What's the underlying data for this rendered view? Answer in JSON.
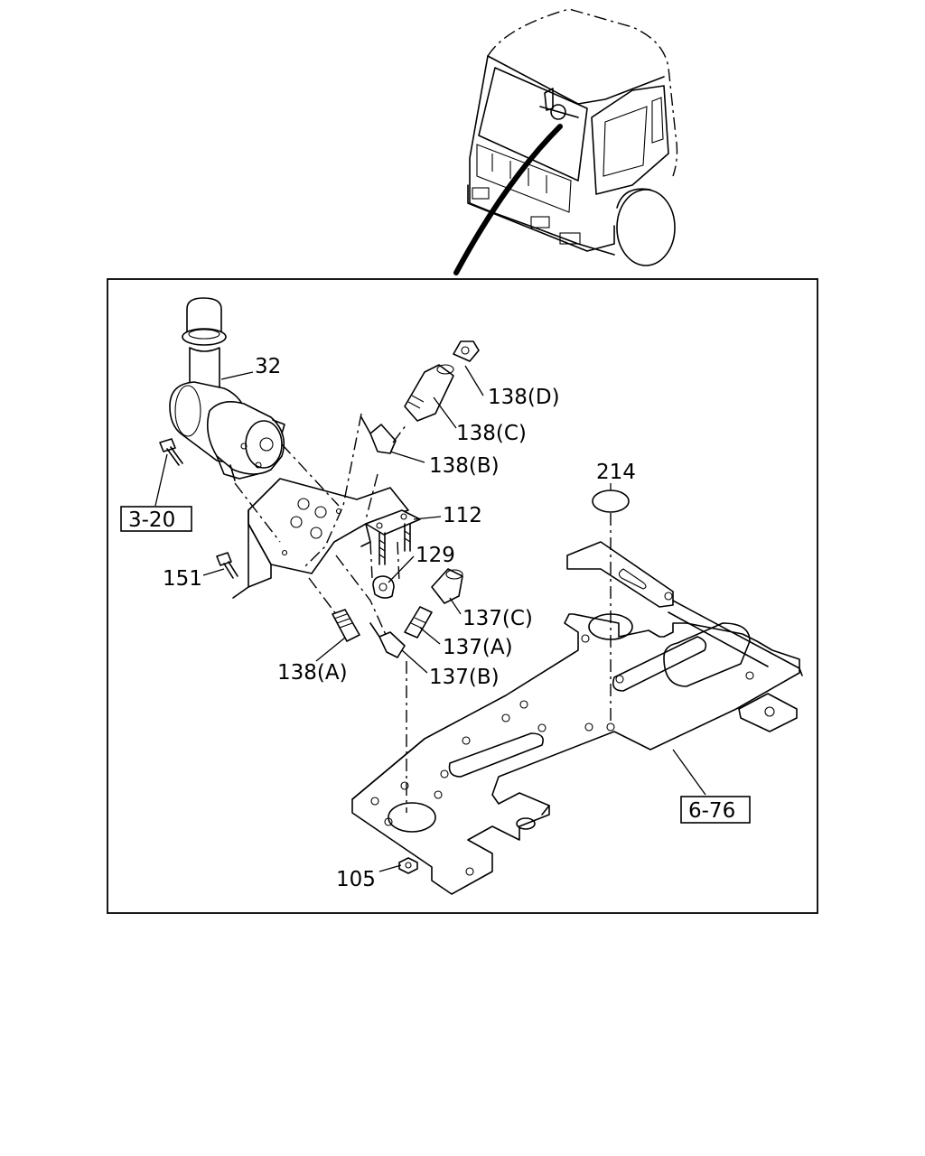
{
  "callouts": {
    "p32": "32",
    "p138d": "138(D)",
    "p138c": "138(C)",
    "p138b": "138(B)",
    "p214": "214",
    "p112": "112",
    "p129": "129",
    "p151": "151",
    "p137c": "137(C)",
    "p137a": "137(A)",
    "p138a": "138(A)",
    "p137b": "137(B)",
    "p105": "105"
  },
  "references": {
    "r3_20": "3-20",
    "r6_76": "6-76"
  }
}
